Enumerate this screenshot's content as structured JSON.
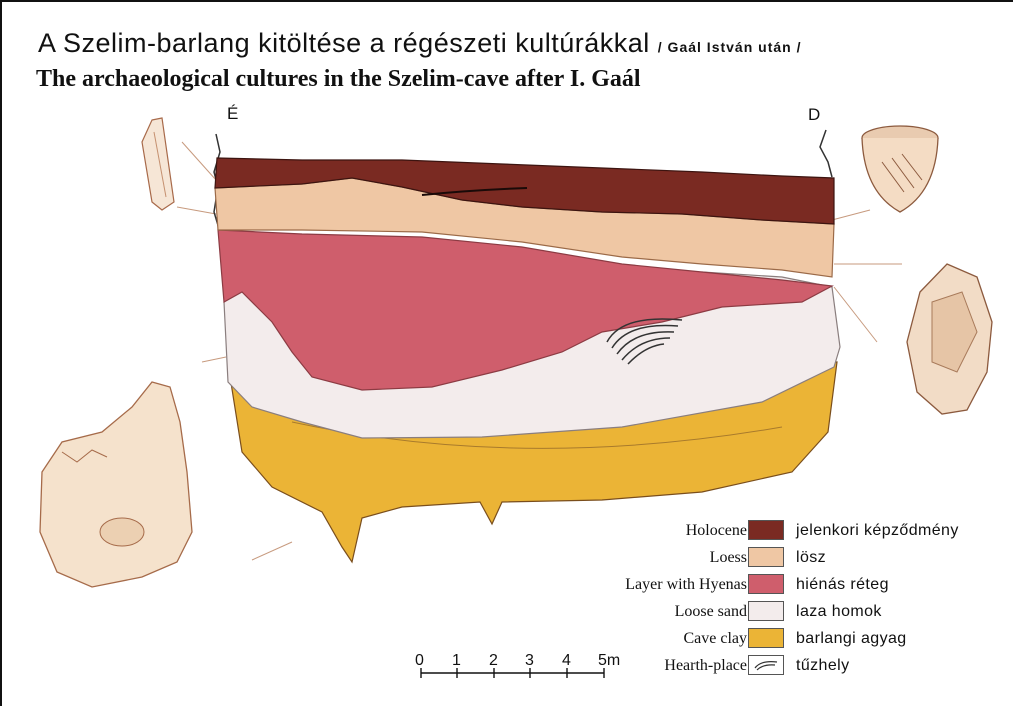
{
  "title": {
    "hungarian": "A Szelim-barlang kitöltése a régészeti kultúrákkal",
    "after": "/ Gaál István után /",
    "english": "The archaeological cultures in the Szelim-cave after I. Gaál"
  },
  "compass": {
    "north": "É",
    "south": "D"
  },
  "legend": [
    {
      "en": "Holocene",
      "hu": "jelenkori képződmény",
      "color": "#7a2a22",
      "swatch": "solid"
    },
    {
      "en": "Loess",
      "hu": "lösz",
      "color": "#efc7a4",
      "swatch": "solid"
    },
    {
      "en": "Layer with Hyenas",
      "hu": "hiénás réteg",
      "color": "#cf5e6c",
      "swatch": "solid"
    },
    {
      "en": "Loose sand",
      "hu": "laza homok",
      "color": "#f3ecec",
      "swatch": "solid"
    },
    {
      "en": "Cave clay",
      "hu": "barlangi agyag",
      "color": "#ebb436",
      "swatch": "solid"
    },
    {
      "en": "Hearth-place",
      "hu": "tűzhely",
      "color": "#ffffff",
      "swatch": "hearth"
    }
  ],
  "scale": {
    "ticks": [
      "0",
      "1",
      "2",
      "3",
      "4",
      "5"
    ],
    "unit": "m"
  }
}
